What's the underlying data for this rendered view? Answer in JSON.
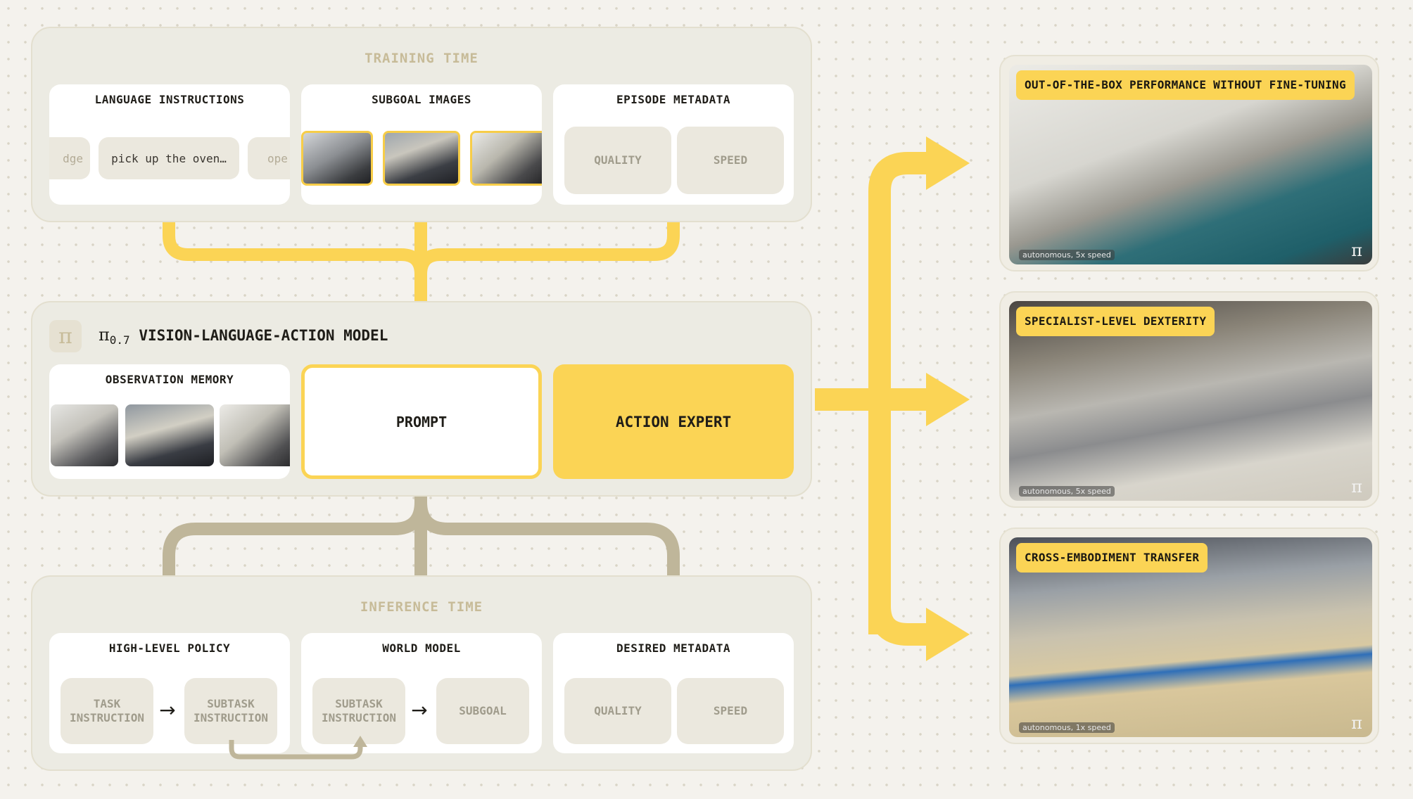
{
  "training": {
    "title": "TRAINING TIME",
    "language": {
      "title": "LANGUAGE INSTRUCTIONS",
      "chips": [
        "dge",
        "pick up the oven…",
        "ope"
      ]
    },
    "subgoal": {
      "title": "SUBGOAL IMAGES"
    },
    "metadata": {
      "title": "EPISODE METADATA",
      "quality": "QUALITY",
      "speed": "SPEED"
    }
  },
  "model": {
    "logo": "π",
    "title_pi": "π",
    "title_sub": "0.7",
    "title_rest": " VISION-LANGUAGE-ACTION MODEL",
    "observation": {
      "title": "OBSERVATION MEMORY"
    },
    "prompt": "PROMPT",
    "action_expert": "ACTION EXPERT"
  },
  "inference": {
    "title": "INFERENCE TIME",
    "policy": {
      "title": "HIGH-LEVEL POLICY",
      "task": "TASK\nINSTRUCTION",
      "subtask": "SUBTASK\nINSTRUCTION"
    },
    "world": {
      "title": "WORLD MODEL",
      "subtask": "SUBTASK\nINSTRUCTION",
      "subgoal": "SUBGOAL"
    },
    "desired": {
      "title": "DESIRED METADATA",
      "quality": "QUALITY",
      "speed": "SPEED"
    }
  },
  "outputs": [
    {
      "caption": "OUT-OF-THE-BOX PERFORMANCE WITHOUT FINE-TUNING",
      "speed": "autonomous, 5x speed",
      "mark": "π"
    },
    {
      "caption": "SPECIALIST-LEVEL DEXTERITY",
      "speed": "autonomous, 5x speed",
      "mark": "π"
    },
    {
      "caption": "CROSS-EMBODIMENT TRANSFER",
      "speed": "autonomous, 1x speed",
      "mark": "π"
    }
  ],
  "colors": {
    "yellow": "#fbd455",
    "taupe": "#bfb69a",
    "panel": "#ecebe3"
  }
}
